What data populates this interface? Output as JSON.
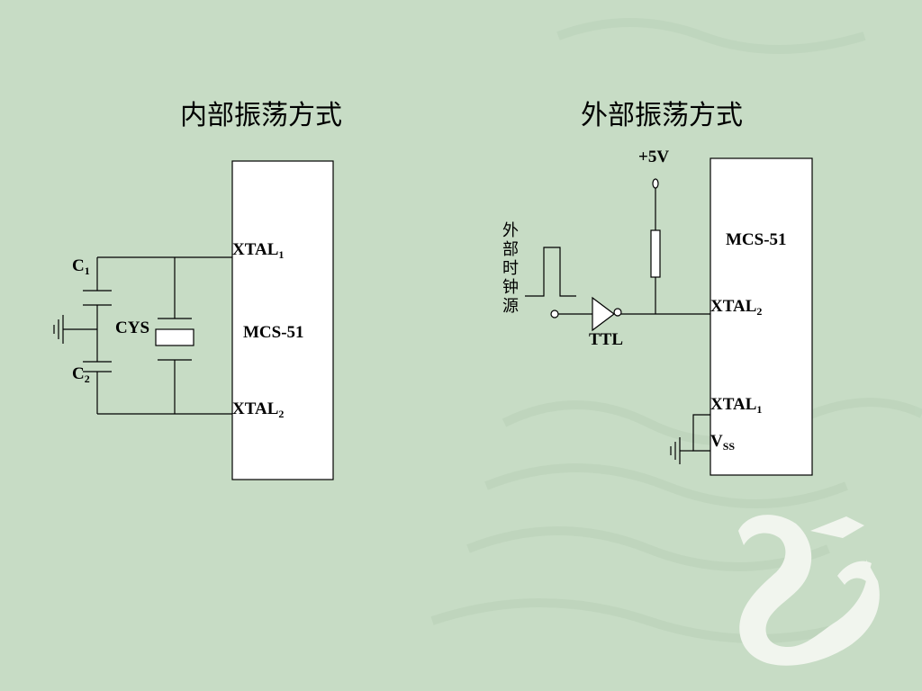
{
  "colors": {
    "background": "#c7dcc5",
    "ornament": "#f1f5ee",
    "line": "#000000",
    "box": "#ffffff"
  },
  "left_diagram": {
    "title": "内部振荡方式",
    "chip_label": "MCS-51",
    "pin_top": {
      "name": "XTAL",
      "sub": "1"
    },
    "pin_bottom": {
      "name": "XTAL",
      "sub": "2"
    },
    "cap_top": {
      "name": "C",
      "sub": "1"
    },
    "cap_bottom": {
      "name": "C",
      "sub": "2"
    },
    "crystal_label": "CYS"
  },
  "right_diagram": {
    "title": "外部振荡方式",
    "supply_label": "+5V",
    "chip_label": "MCS-51",
    "pin_upper": {
      "name": "XTAL",
      "sub": "2"
    },
    "pin_lower": {
      "name": "XTAL",
      "sub": "1"
    },
    "vss": {
      "name": "V",
      "sub": "SS"
    },
    "clock_source_label": "外部时钟源",
    "gate_label": "TTL"
  }
}
